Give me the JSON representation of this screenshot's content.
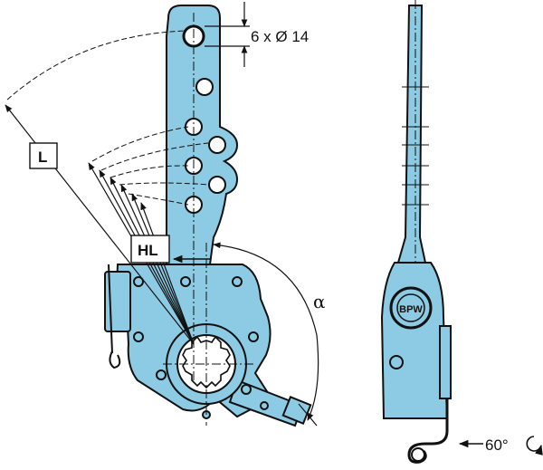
{
  "labels": {
    "hole_spec": "6 x Ø 14",
    "arm_length": "L",
    "hole_length": "HL",
    "angle": "α",
    "rotation": "60°"
  },
  "emblem": {
    "text": "BPW"
  },
  "colors": {
    "body": "#8ccbe3",
    "outline": "#111111",
    "background": "#ffffff"
  },
  "icons": [
    "rotation-arrow-icon",
    "arrow-icon"
  ]
}
